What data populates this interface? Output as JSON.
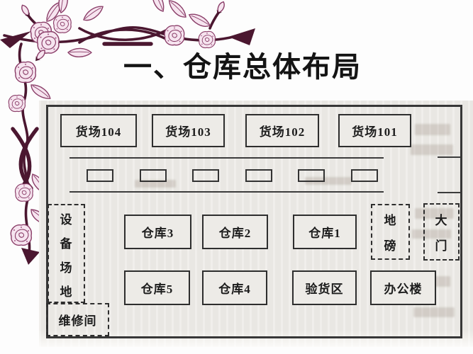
{
  "slide": {
    "title": "一、仓库总体布局"
  },
  "diagram": {
    "yards": {
      "yard104": "货场104",
      "yard103": "货场103",
      "yard102": "货场102",
      "yard101": "货场101"
    },
    "dock_slot_count": 6,
    "warehouses": {
      "w3": "仓库3",
      "w2": "仓库2",
      "w1": "仓库1",
      "w5": "仓库5",
      "w4": "仓库4"
    },
    "areas": {
      "equipment": "设备场地",
      "maintenance": "维修间",
      "weighbridge": "地磅",
      "gate": "大门",
      "inspection": "验货区",
      "office": "办公楼"
    },
    "colors": {
      "line": "#3c3c3c",
      "paper": "#e9e7e3",
      "floral_stem": "#4b1730",
      "floral_outline": "#8a3d68",
      "floral_petal": "#f6e4ef"
    }
  }
}
